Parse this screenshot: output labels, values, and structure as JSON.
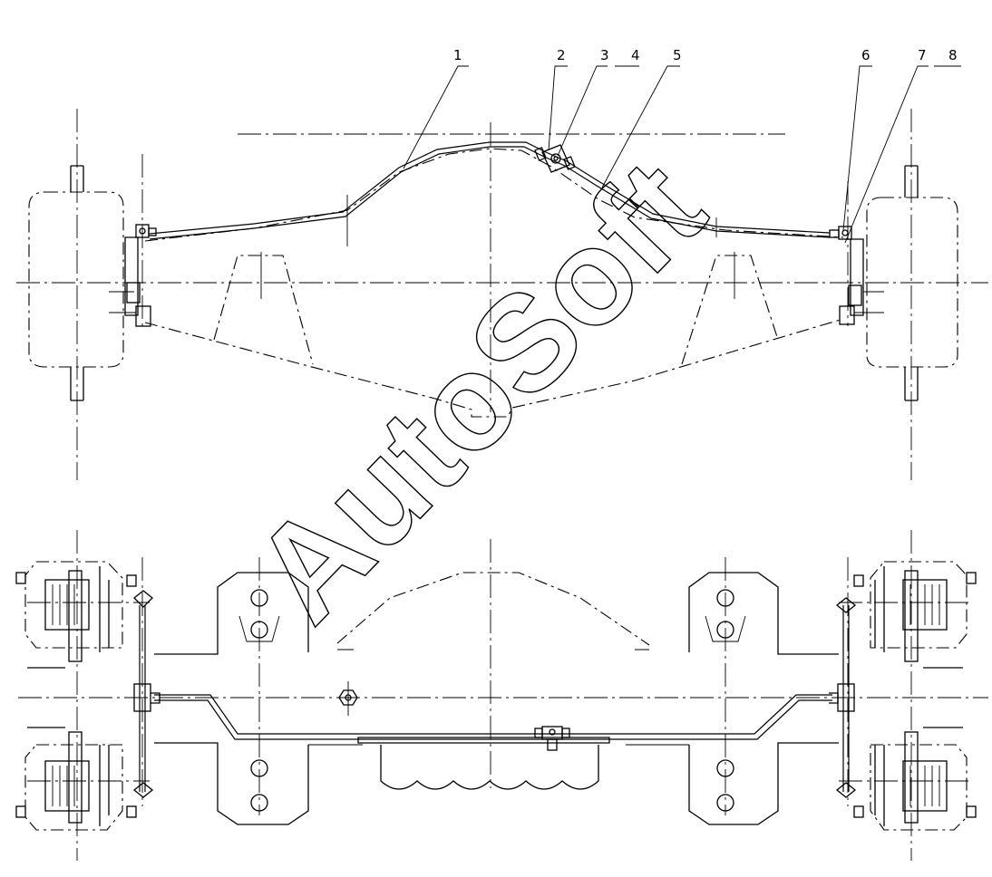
{
  "callouts": [
    "1",
    "2",
    "3",
    "4",
    "5",
    "6",
    "7",
    "8"
  ],
  "watermark": "AutoSoft"
}
